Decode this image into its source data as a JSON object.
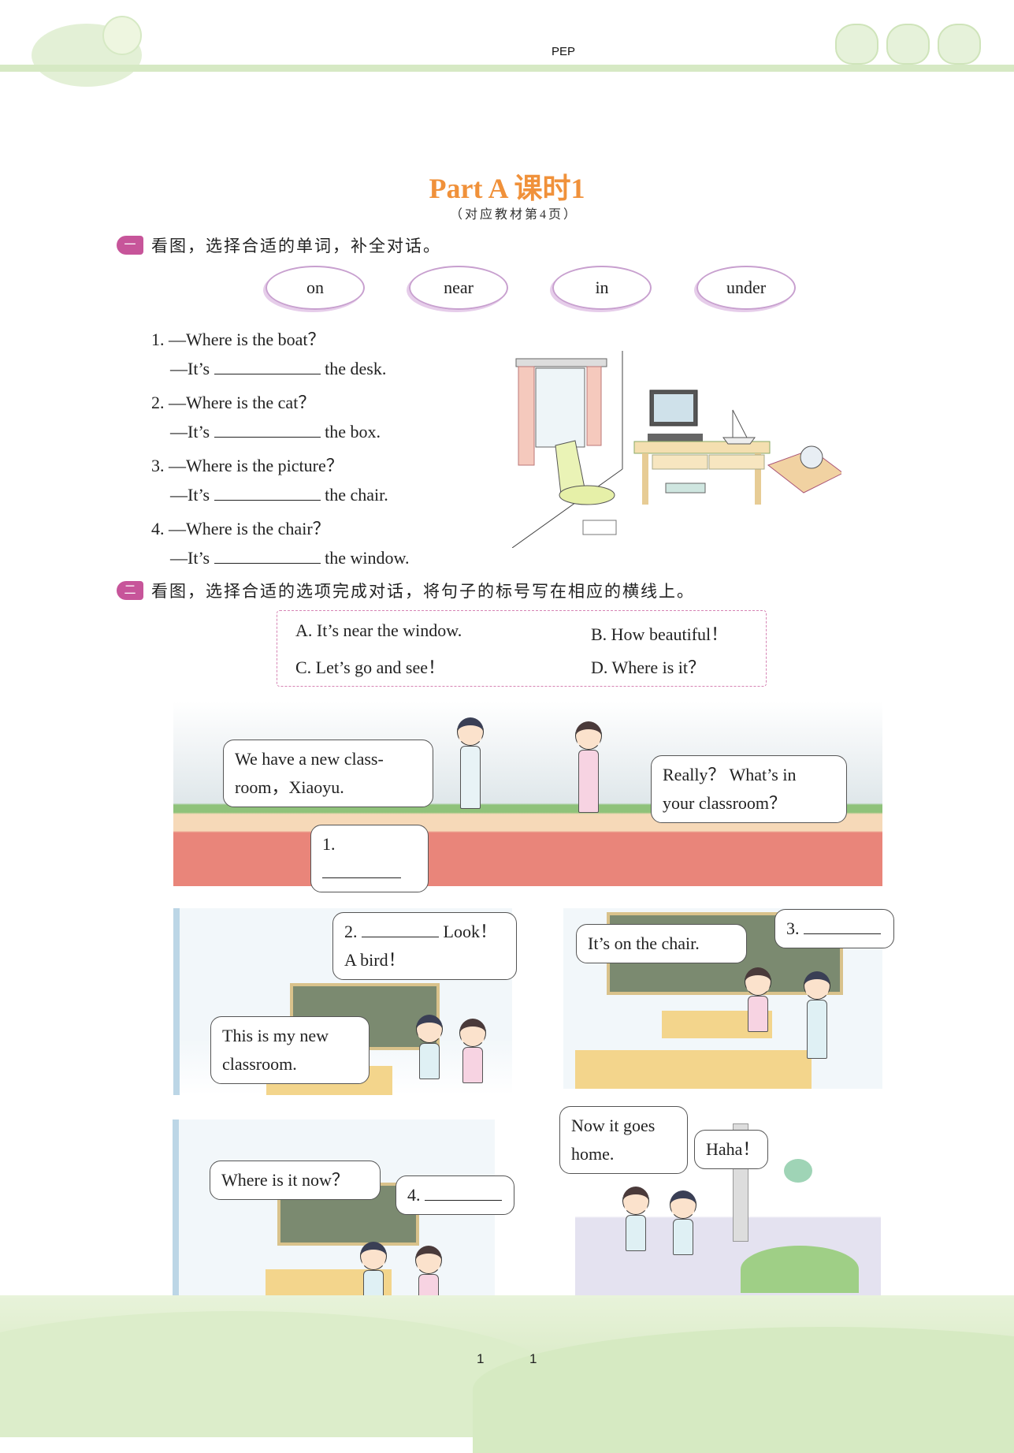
{
  "header": {
    "label": "PEP"
  },
  "title": "Part A  课时1",
  "subtitle": "（对应教材第4页）",
  "section1": {
    "badge": "一",
    "instruction": "看图，选择合适的单词，补全对话。",
    "words": [
      "on",
      "near",
      "in",
      "under"
    ],
    "questions": [
      {
        "q": "1. —Where is the boat？",
        "a_prefix": "—It’s",
        "a_suffix": "the desk."
      },
      {
        "q": "2. —Where is the cat？",
        "a_prefix": "—It’s",
        "a_suffix": "the box."
      },
      {
        "q": "3. —Where is the picture？",
        "a_prefix": "—It’s",
        "a_suffix": "the chair."
      },
      {
        "q": "4. —Where is the chair？",
        "a_prefix": "—It’s",
        "a_suffix": "the window."
      }
    ]
  },
  "section2": {
    "badge": "二",
    "instruction": "看图，选择合适的选项完成对话，将句子的标号写在相应的横线上。",
    "options": [
      "A. It’s near the window.",
      "B. How beautiful！",
      "C. Let’s go and see！",
      "D. Where is it？"
    ],
    "scene1": {
      "b1_l1": "We have a new class-",
      "b1_l2": "room，Xiaoyu.",
      "b2": "1.",
      "b3_l1": "Really？ What’s in",
      "b3_l2": "your classroom？"
    },
    "scene2": {
      "b1_num": "2.",
      "b1_tail": "Look！",
      "b1_l2": "A bird！",
      "b2_l1": "This is my new",
      "b2_l2": "classroom."
    },
    "scene3": {
      "b1": "It’s on the chair.",
      "b2": "3."
    },
    "scene4": {
      "b1": "Where is it now？",
      "b2": "4."
    },
    "scene5": {
      "b1_l1": "Now it goes",
      "b1_l2": "home.",
      "b2": "Haha！"
    }
  },
  "footer": {
    "page_left": "1",
    "page_right": "1"
  }
}
